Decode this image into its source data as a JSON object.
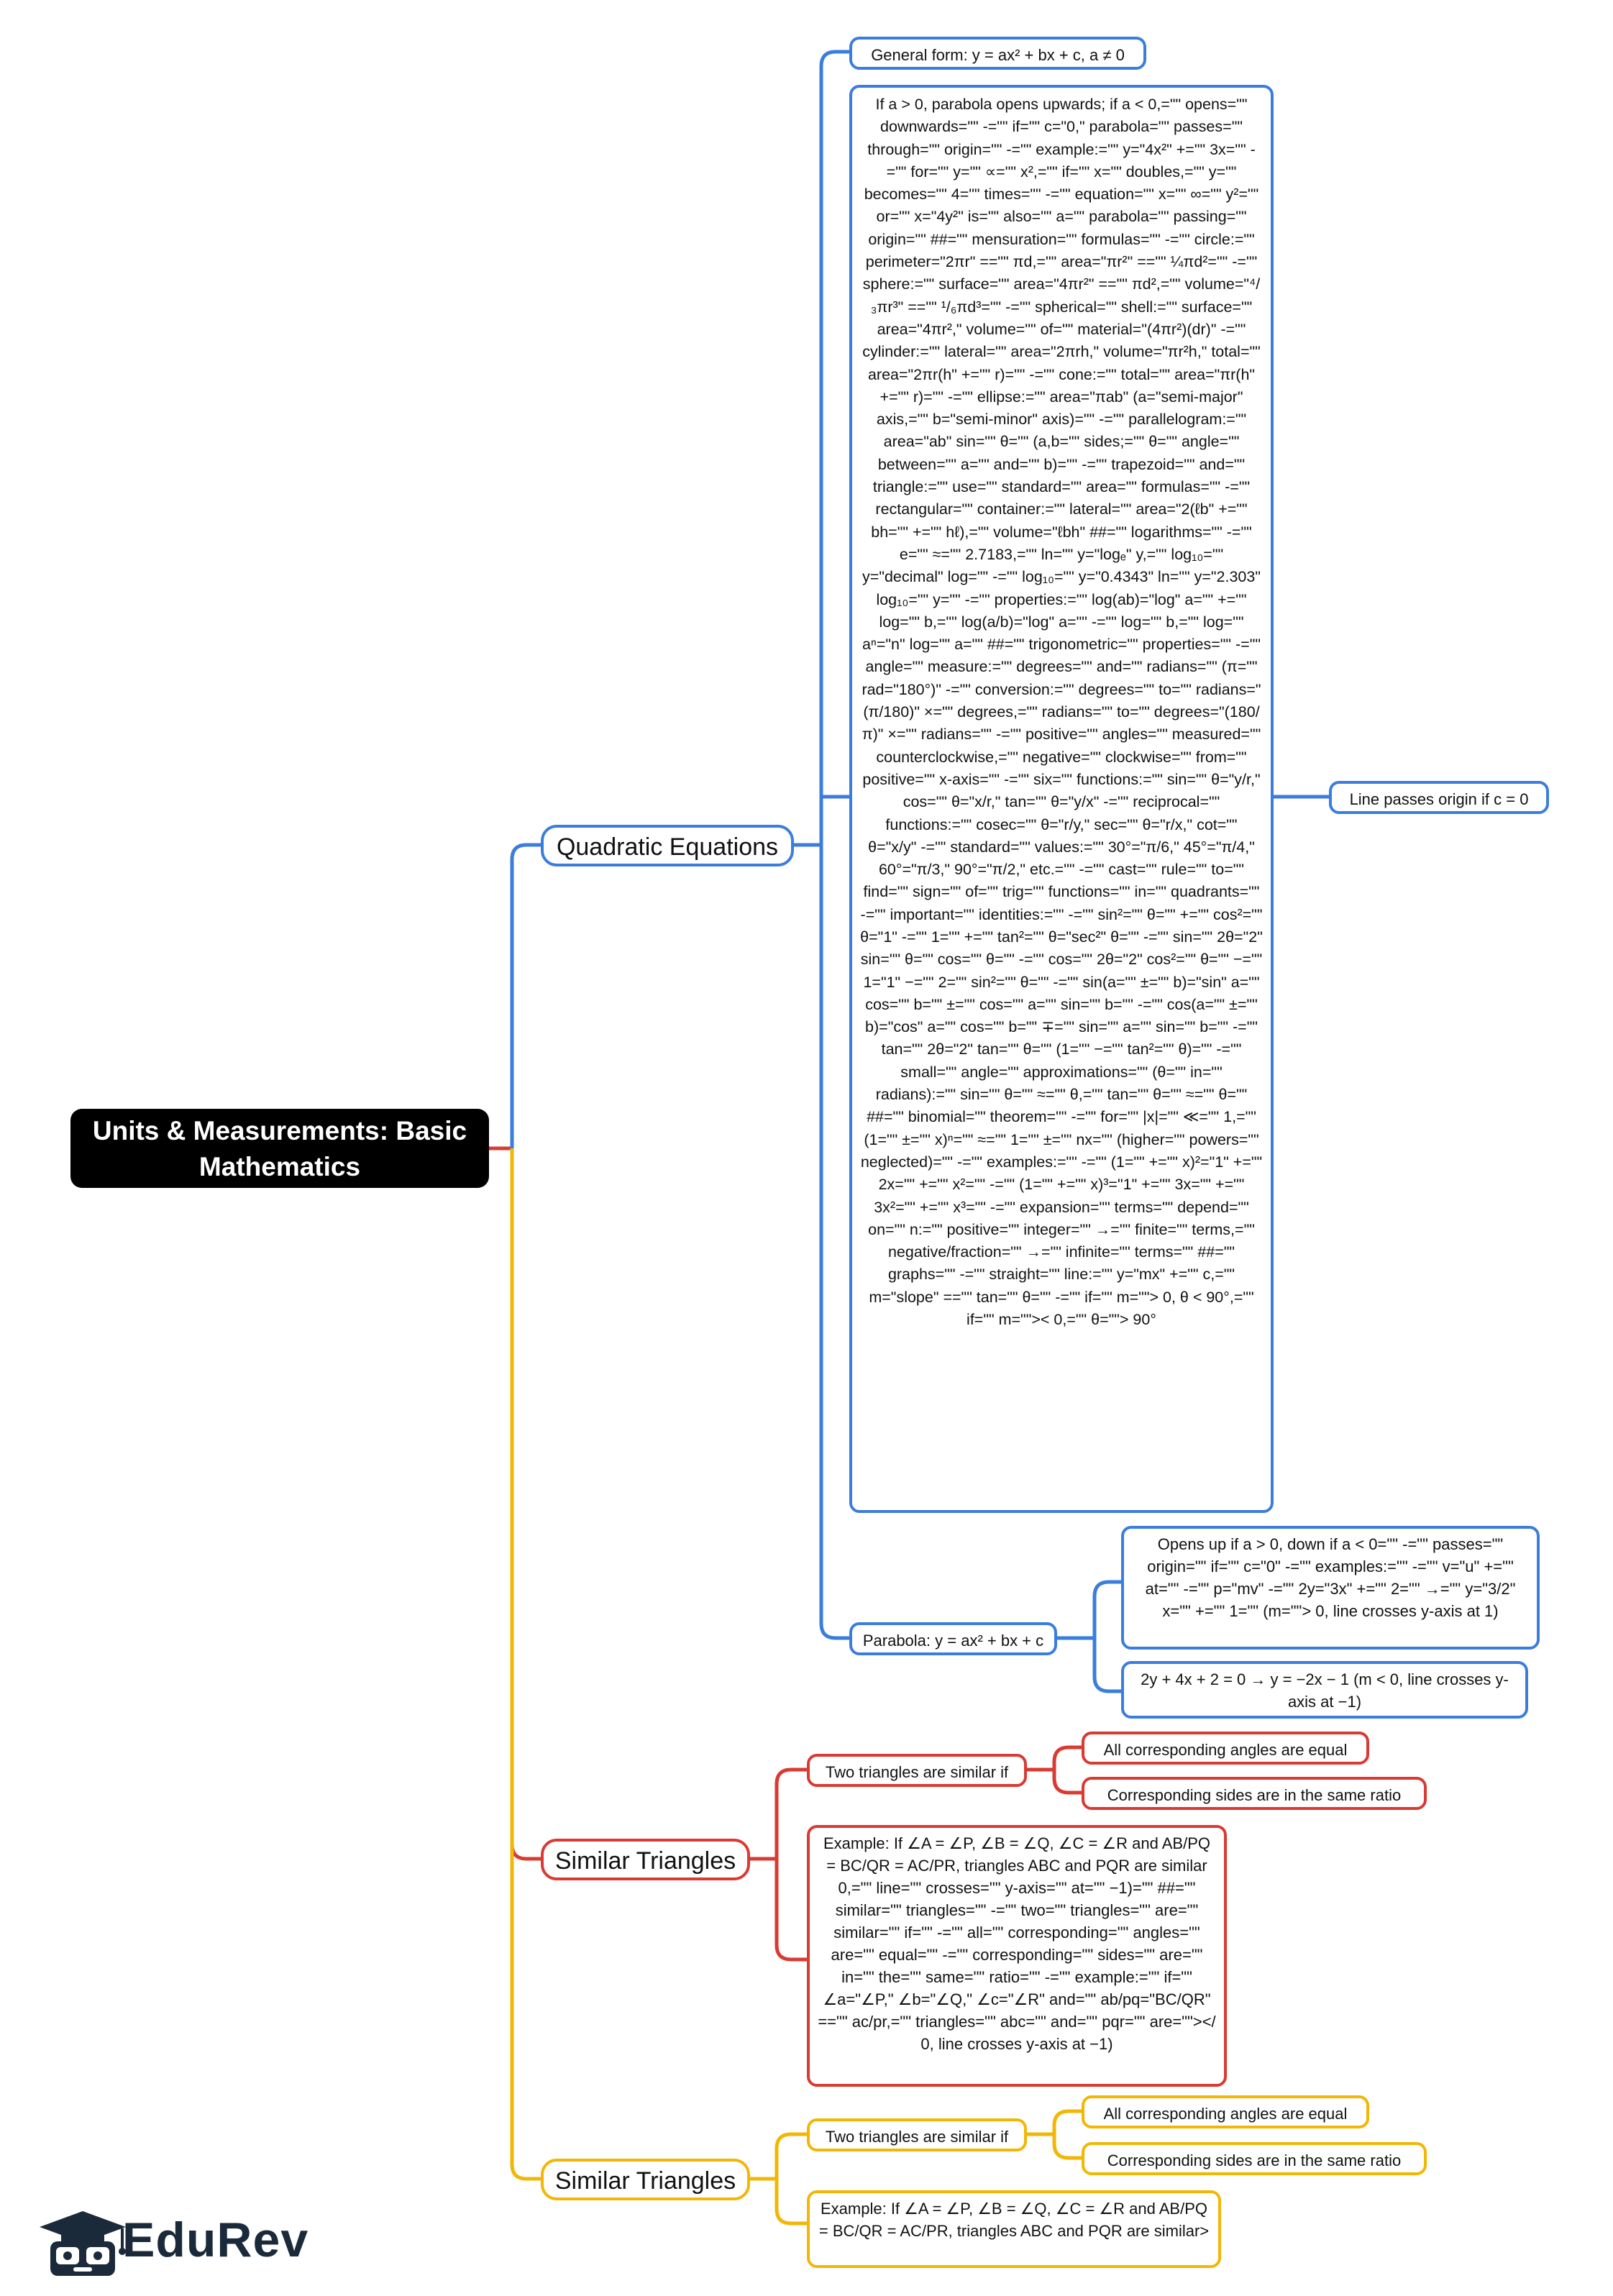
{
  "root": {
    "title": "Units & Measurements: Basic Mathematics"
  },
  "colors": {
    "blue": "#3b7ddd",
    "red": "#d93a32",
    "yellow": "#f2b705",
    "root_bg": "#000000"
  },
  "quadratic": {
    "label": "Quadratic Equations",
    "general_form": "General form: y = ax² + bx + c, a ≠ 0",
    "long_text": "If a > 0, parabola opens upwards; if a < 0,=\"\" opens=\"\" downwards=\"\" -=\"\" if=\"\" c=\"0,\" parabola=\"\" passes=\"\" through=\"\" origin=\"\" -=\"\" example:=\"\" y=\"4x²\" +=\"\" 3x=\"\" -=\"\" for=\"\" y=\"\" ∝=\"\" x²,=\"\" if=\"\" x=\"\" doubles,=\"\" y=\"\" becomes=\"\" 4=\"\" times=\"\" -=\"\" equation=\"\" x=\"\" ∞=\"\" y²=\"\" or=\"\" x=\"4y²\" is=\"\" also=\"\" a=\"\" parabola=\"\" passing=\"\" origin=\"\" ##=\"\" mensuration=\"\" formulas=\"\" -=\"\" circle:=\"\" perimeter=\"2πr\" ==\"\" πd,=\"\" area=\"πr²\" ==\"\" ¼πd²=\"\" -=\"\" sphere:=\"\" surface=\"\" area=\"4πr²\" ==\"\" πd²,=\"\" volume=\"⁴/₃πr³\" ==\"\" ¹/₆πd³=\"\" -=\"\" spherical=\"\" shell:=\"\" surface=\"\" area=\"4πr²,\" volume=\"\" of=\"\" material=\"(4πr²)(dr)\" -=\"\" cylinder:=\"\" lateral=\"\" area=\"2πrh,\" volume=\"πr²h,\" total=\"\" area=\"2πr(h\" +=\"\" r)=\"\" -=\"\" cone:=\"\" total=\"\" area=\"πr(h\" +=\"\" r)=\"\" -=\"\" ellipse:=\"\" area=\"πab\" (a=\"semi-major\" axis,=\"\" b=\"semi-minor\" axis)=\"\" -=\"\" parallelogram:=\"\" area=\"ab\" sin=\"\" θ=\"\" (a,b=\"\" sides;=\"\" θ=\"\" angle=\"\" between=\"\" a=\"\" and=\"\" b)=\"\" -=\"\" trapezoid=\"\" and=\"\" triangle:=\"\" use=\"\" standard=\"\" area=\"\" formulas=\"\" -=\"\" rectangular=\"\" container:=\"\" lateral=\"\" area=\"2(ℓb\" +=\"\" bh=\"\" +=\"\" hℓ),=\"\" volume=\"ℓbh\" ##=\"\" logarithms=\"\" -=\"\" e=\"\" ≈=\"\" 2.7183,=\"\" ln=\"\" y=\"logₑ\" y,=\"\" log₁₀=\"\" y=\"decimal\" log=\"\" -=\"\" log₁₀=\"\" y=\"0.4343\" ln=\"\" y=\"2.303\" log₁₀=\"\" y=\"\" -=\"\" properties:=\"\" log(ab)=\"log\" a=\"\" +=\"\" log=\"\" b,=\"\" log(a/b)=\"log\" a=\"\" -=\"\" log=\"\" b,=\"\" log=\"\" aⁿ=\"n\" log=\"\" a=\"\" ##=\"\" trigonometric=\"\" properties=\"\" -=\"\" angle=\"\" measure:=\"\" degrees=\"\" and=\"\" radians=\"\" (π=\"\" rad=\"180°)\" -=\"\" conversion:=\"\" degrees=\"\" to=\"\" radians=\"(π/180)\" ×=\"\" degrees,=\"\" radians=\"\" to=\"\" degrees=\"(180/π)\" ×=\"\" radians=\"\" -=\"\" positive=\"\" angles=\"\" measured=\"\" counterclockwise,=\"\" negative=\"\" clockwise=\"\" from=\"\" positive=\"\" x-axis=\"\" -=\"\" six=\"\" functions:=\"\" sin=\"\" θ=\"y/r,\" cos=\"\" θ=\"x/r,\" tan=\"\" θ=\"y/x\" -=\"\" reciprocal=\"\" functions:=\"\" cosec=\"\" θ=\"r/y,\" sec=\"\" θ=\"r/x,\" cot=\"\" θ=\"x/y\" -=\"\" standard=\"\" values:=\"\" 30°=\"π/6,\" 45°=\"π/4,\" 60°=\"π/3,\" 90°=\"π/2,\" etc.=\"\" -=\"\" cast=\"\" rule=\"\" to=\"\" find=\"\" sign=\"\" of=\"\" trig=\"\" functions=\"\" in=\"\" quadrants=\"\" -=\"\" important=\"\" identities:=\"\" -=\"\" sin²=\"\" θ=\"\" +=\"\" cos²=\"\" θ=\"1\" -=\"\" 1=\"\" +=\"\" tan²=\"\" θ=\"sec²\" θ=\"\" -=\"\" sin=\"\" 2θ=\"2\" sin=\"\" θ=\"\" cos=\"\" θ=\"\" -=\"\" cos=\"\" 2θ=\"2\" cos²=\"\" θ=\"\" −=\"\" 1=\"1\" −=\"\" 2=\"\" sin²=\"\" θ=\"\" -=\"\" sin(a=\"\" ±=\"\" b)=\"sin\" a=\"\" cos=\"\" b=\"\" ±=\"\" cos=\"\" a=\"\" sin=\"\" b=\"\" -=\"\" cos(a=\"\" ±=\"\" b)=\"cos\" a=\"\" cos=\"\" b=\"\" ∓=\"\" sin=\"\" a=\"\" sin=\"\" b=\"\" -=\"\" tan=\"\" 2θ=\"2\" tan=\"\" θ=\"\" (1=\"\" −=\"\" tan²=\"\" θ)=\"\" -=\"\" small=\"\" angle=\"\" approximations=\"\" (θ=\"\" in=\"\" radians):=\"\" sin=\"\" θ=\"\" ≈=\"\" θ,=\"\" tan=\"\" θ=\"\" ≈=\"\" θ=\"\" ##=\"\" binomial=\"\" theorem=\"\" -=\"\" for=\"\" |x|=\"\" ≪=\"\" 1,=\"\" (1=\"\" ±=\"\" x)ⁿ=\"\" ≈=\"\" 1=\"\" ±=\"\" nx=\"\" (higher=\"\" powers=\"\" neglected)=\"\" -=\"\" examples:=\"\" -=\"\" (1=\"\" +=\"\" x)²=\"1\" +=\"\" 2x=\"\" +=\"\" x²=\"\" -=\"\" (1=\"\" +=\"\" x)³=\"1\" +=\"\" 3x=\"\" +=\"\" 3x²=\"\" +=\"\" x³=\"\" -=\"\" expansion=\"\" terms=\"\" depend=\"\" on=\"\" n:=\"\" positive=\"\" integer=\"\" →=\"\" finite=\"\" terms,=\"\" negative/fraction=\"\" →=\"\" infinite=\"\" terms=\"\" ##=\"\" graphs=\"\" -=\"\" straight=\"\" line:=\"\" y=\"mx\" +=\"\" c,=\"\" m=\"slope\" ==\"\" tan=\"\" θ=\"\" -=\"\" if=\"\" m=\"\"> 0, θ < 90°,=\"\" if=\"\" m=\"\">< 0,=\"\" θ=\"\"> 90°",
    "origin_note": "Line passes origin if c = 0",
    "parabola": "Parabola: y = ax² + bx + c",
    "parabola_detail": "Opens up if a > 0, down if a < 0=\"\" -=\"\" passes=\"\" origin=\"\" if=\"\" c=\"0\" -=\"\" examples:=\"\" -=\"\" v=\"u\" +=\"\" at=\"\" -=\"\" p=\"mv\" -=\"\" 2y=\"3x\" +=\"\" 2=\"\" →=\"\" y=\"3/2\" x=\"\" +=\"\" 1=\"\" (m=\"\"> 0, line crosses y-axis at 1)",
    "line_example": "2y + 4x + 2 = 0 → y = −2x − 1 (m < 0, line crosses y-axis at −1)"
  },
  "similar_red": {
    "label": "Similar Triangles",
    "condition": "Two triangles are similar if",
    "angles": "All corresponding angles are equal",
    "sides": "Corresponding sides are in the same ratio",
    "example": "Example: If ∠A = ∠P, ∠B = ∠Q, ∠C = ∠R and AB/PQ = BC/QR = AC/PR, triangles ABC and PQR are similar 0,=\"\" line=\"\" crosses=\"\" y-axis=\"\" at=\"\" −1)=\"\" ##=\"\" similar=\"\" triangles=\"\" -=\"\" two=\"\" triangles=\"\" are=\"\" similar=\"\" if=\"\" -=\"\" all=\"\" corresponding=\"\" angles=\"\" are=\"\" equal=\"\" -=\"\" corresponding=\"\" sides=\"\" are=\"\" in=\"\" the=\"\" same=\"\" ratio=\"\" -=\"\" example:=\"\" if=\"\" ∠a=\"∠P,\" ∠b=\"∠Q,\" ∠c=\"∠R\" and=\"\" ab/pq=\"BC/QR\" ==\"\" ac/pr,=\"\" triangles=\"\" abc=\"\" and=\"\" pqr=\"\" are=\"\"></ 0, line crosses y-axis at −1)"
  },
  "similar_yellow": {
    "label": "Similar Triangles",
    "condition": "Two triangles are similar if",
    "angles": "All corresponding angles are equal",
    "sides": "Corresponding sides are in the same ratio",
    "example": "Example: If ∠A = ∠P, ∠B = ∠Q, ∠C = ∠R and AB/PQ = BC/QR = AC/PR, triangles ABC and PQR are similar>"
  },
  "logo": {
    "text": "EduRev",
    "icon": "graduation-cap-mascot-icon"
  }
}
